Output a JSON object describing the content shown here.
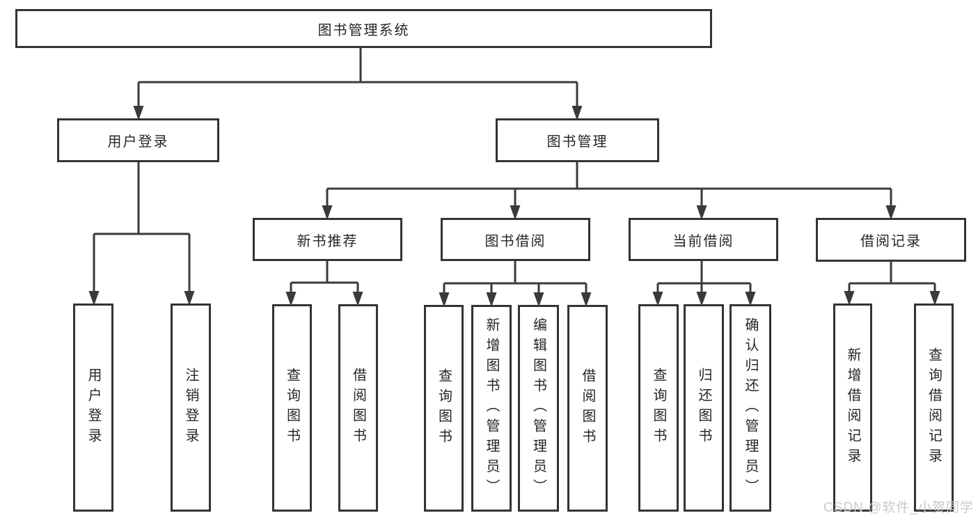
{
  "diagram_type": "hierarchy-tree",
  "tree": {
    "label": "图书管理系统",
    "children": [
      {
        "label": "用户登录",
        "children": [
          {
            "label": "用户登录"
          },
          {
            "label": "注销登录"
          }
        ]
      },
      {
        "label": "图书管理",
        "children": [
          {
            "label": "新书推荐",
            "children": [
              {
                "label": "查询图书"
              },
              {
                "label": "借阅图书"
              }
            ]
          },
          {
            "label": "图书借阅",
            "children": [
              {
                "label": "查询图书"
              },
              {
                "label": "新增图书（管理员）"
              },
              {
                "label": "编辑图书（管理员）"
              },
              {
                "label": "借阅图书"
              }
            ]
          },
          {
            "label": "当前借阅",
            "children": [
              {
                "label": "查询图书"
              },
              {
                "label": "归还图书"
              },
              {
                "label": "确认归还（管理员）"
              }
            ]
          },
          {
            "label": "借阅记录",
            "children": [
              {
                "label": "新增借阅记录"
              },
              {
                "label": "查询借阅记录"
              }
            ]
          }
        ]
      }
    ]
  },
  "watermark": {
    "text": "CSDN @软件_小贺同学"
  },
  "colors": {
    "background": "#ffffff",
    "box_fill": "#ffffff",
    "box_border": "#333333",
    "line": "#3a3a3a",
    "text": "#262626",
    "watermark": "#c9c9c9"
  }
}
